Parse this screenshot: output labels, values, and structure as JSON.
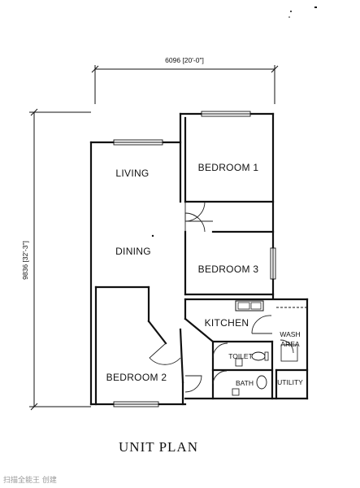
{
  "dimensions": {
    "width_label": "6096 [20'-0\"]",
    "height_label": "9836 [32'-3\"]"
  },
  "rooms": {
    "living": "LIVING",
    "dining": "DINING",
    "bedroom1": "BEDROOM 1",
    "bedroom2": "BEDROOM 2",
    "bedroom3": "BEDROOM 3",
    "kitchen": "KITCHEN",
    "toilet": "TOILET",
    "bath": "BATH",
    "wash_area_line1": "WASH",
    "wash_area_line2": "AREA",
    "utility": "UTILITY"
  },
  "title": "UNIT PLAN",
  "watermark": "扫描全能王 创建"
}
